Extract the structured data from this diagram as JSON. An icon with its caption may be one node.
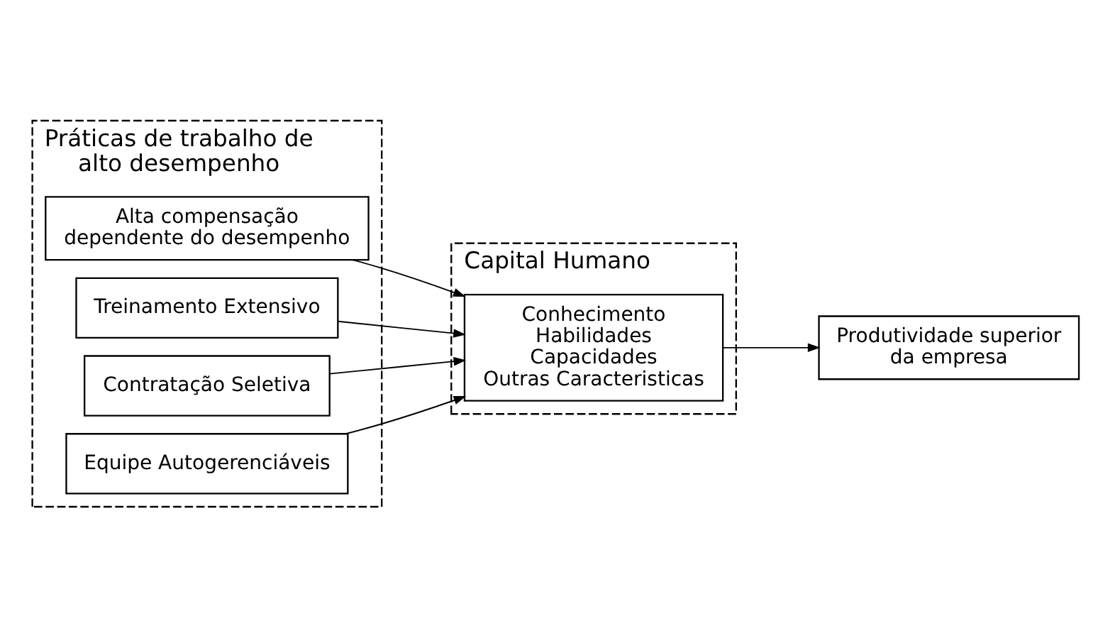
{
  "diagram": {
    "nodes": [
      {
        "text": [
          "Práticas de trabalho de alto desempenho"
        ]
      },
      {
        "text": [
          "Alta compensação dependente do desempenho"
        ],
        "in": 0
      },
      {
        "text": [
          "Treinamento Extensivo"
        ],
        "in": 0
      },
      {
        "text": [
          "Contratação Seletiva"
        ],
        "in": 0
      },
      {
        "text": [
          "Equipe Autogerenciáveis"
        ],
        "in": 0
      },
      {
        "text": [
          "Capital Humano"
        ]
      },
      {
        "text": [
          "Conhecimento",
          "Habilidades",
          "Capacidades",
          "Outras Caracteristicas"
        ],
        "in": 5
      },
      {
        "text": [
          "Produtividade superior da empresa"
        ]
      }
    ],
    "edges": [
      {
        "from": 1,
        "to": 6,
        "arrow": "to"
      },
      {
        "from": 2,
        "to": 6,
        "arrow": "to"
      },
      {
        "from": 3,
        "to": 6,
        "arrow": "to"
      },
      {
        "from": 4,
        "to": 6,
        "arrow": "to"
      },
      {
        "from": 6,
        "to": 7,
        "arrow": "to"
      }
    ]
  }
}
